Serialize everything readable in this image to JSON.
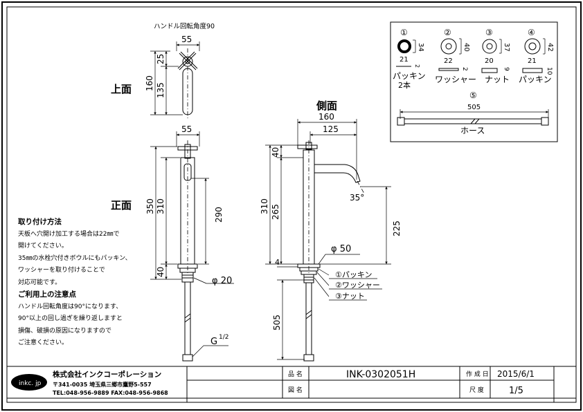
{
  "handle_note": "ハンドル回転角度90",
  "views": {
    "top": "上面",
    "front": "正面",
    "side": "側面"
  },
  "dims": {
    "top_width": "55",
    "top_25": "25",
    "top_160": "160",
    "top_135": "135",
    "front_width": "55",
    "front_350": "350",
    "front_310": "310",
    "front_290": "290",
    "front_40": "40",
    "front_phi20": "φ 20",
    "front_g": "G",
    "front_g_frac": "1/2",
    "side_160": "160",
    "side_125": "125",
    "side_40": "40",
    "side_310": "310",
    "side_265": "265",
    "side_4": "4",
    "side_35deg": "35°",
    "side_225": "225",
    "side_phi50": "φ 50",
    "side_505": "505"
  },
  "callouts": [
    "①パッキン",
    "②ワッシャー",
    "③ナット"
  ],
  "parts": {
    "p1": {
      "num": "①",
      "d": "21",
      "h": "34",
      "t": "2",
      "name": "パッキン",
      "name2": "2本"
    },
    "p2": {
      "num": "②",
      "d": "22",
      "h": "40",
      "t": "2",
      "name": "ワッシャー"
    },
    "p3": {
      "num": "③",
      "d": "20",
      "h": "37",
      "t": "9",
      "name": "ナット"
    },
    "p4": {
      "num": "④",
      "d": "21",
      "h": "42",
      "t": "10",
      "name": "パッキン"
    },
    "p5": {
      "num": "⑤",
      "length": "505",
      "name": "ホース"
    }
  },
  "notes": {
    "install_title": "取り付け方法",
    "install_lines": [
      "天板へ穴開け加工する場合は22㎜で",
      "開けてください。",
      "35㎜の水栓穴付きボウルにもパッキン、",
      "ワッシャーを取り付けることで",
      "対応可能です。"
    ],
    "caution_title": "ご利用上の注意点",
    "caution_lines": [
      "ハンドル回転角度は90°になります、",
      "90°以上の回し過ぎを繰り返しますと",
      "損傷、破損の原因になりますので",
      "ご注意ください。"
    ]
  },
  "title_block": {
    "logo": "inkc. jp",
    "company": "株式会社インクコーポレーション",
    "address": "〒341-0035 埼玉県三郷市鷹野5-557",
    "tel": "TEL:048-956-9889 FAX:048-956-9868",
    "label_product": "品 名",
    "product_code": "INK-0302051H",
    "label_drawing": "図 名",
    "drawing_name": "",
    "label_date": "作 成 日",
    "date": "2015/6/1",
    "label_scale": "尺 度",
    "scale": "1/5"
  }
}
